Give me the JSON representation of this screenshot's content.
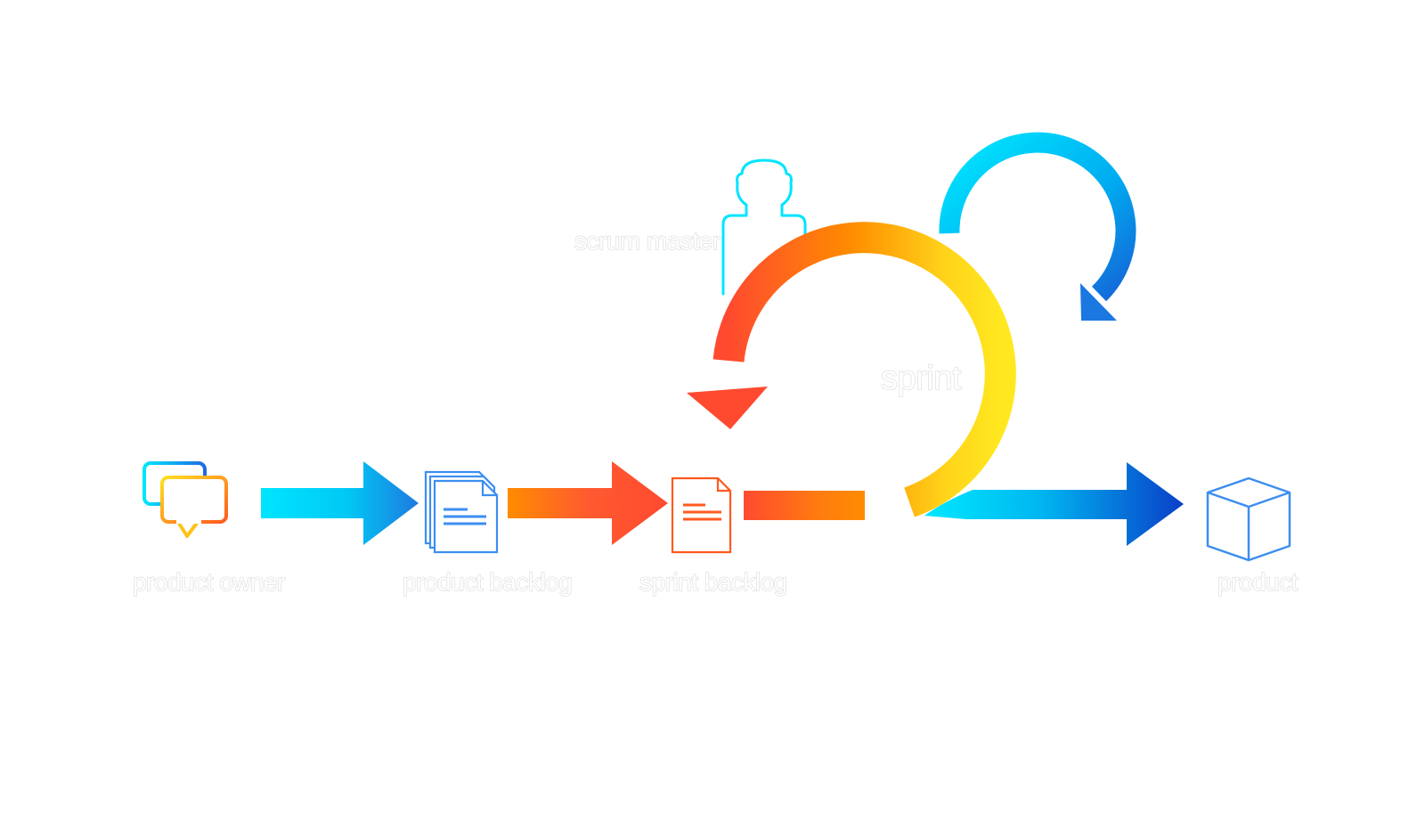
{
  "diagram": {
    "title": "Scrum framework",
    "labels": {
      "product_owner": "product owner",
      "product_backlog": "product backlog",
      "sprint_backlog": "sprint backlog",
      "product": "product",
      "scrum_master": "scrum master",
      "sprint": "sprint"
    },
    "icons": {
      "product_owner": "speech-bubbles-icon",
      "product_backlog": "document-stack-icon",
      "sprint_backlog": "document-icon",
      "scrum_master": "person-icon",
      "product": "cube-icon"
    },
    "colors": {
      "cyan": "#00e5ff",
      "blue": "#1e88e5",
      "deep_blue": "#0d47c9",
      "orange": "#ff8c00",
      "red_orange": "#ff5030",
      "yellow": "#ffe020",
      "doc_blue": "#3d8ef0",
      "doc_orange": "#ff5a1f"
    }
  }
}
